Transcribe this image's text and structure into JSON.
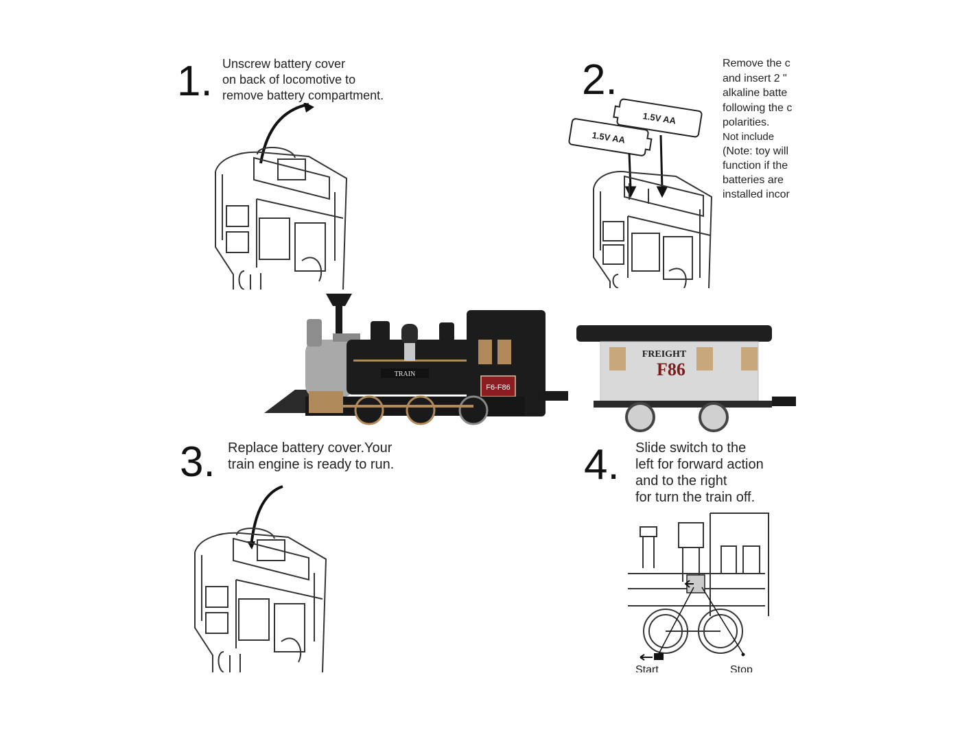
{
  "steps": [
    {
      "number": "1.",
      "text": "Unscrew battery cover\non back of locomotive to\nremove battery compartment."
    },
    {
      "number": "2.",
      "text": "Remove the c\nand insert 2 \"\nalkaline batte\nfollowing the c\npolarities.",
      "note_line": "Not include",
      "note": "(Note: toy will\nfunction if the\nbatteries are\ninstalled incor",
      "battery_labels": [
        "1.5V AA",
        "1.5V AA"
      ]
    },
    {
      "number": "3.",
      "text": "Replace battery cover.Your\ntrain engine is ready to run."
    },
    {
      "number": "4.",
      "text": "Slide switch to the\nleft for forward action\nand to the right\nfor turn the train off.",
      "switch_labels": [
        "Start",
        "Stop"
      ]
    }
  ],
  "train": {
    "engine_label": "TRAIN",
    "engine_plate": "F6-F86",
    "car_title": "FREIGHT",
    "car_number": "F86"
  },
  "colors": {
    "engine_black": "#1c1c1c",
    "brass": "#b08a5a",
    "car_body": "#d9d9d9",
    "car_number_red": "#7a1c1c",
    "plate_red": "#8a1c22"
  }
}
